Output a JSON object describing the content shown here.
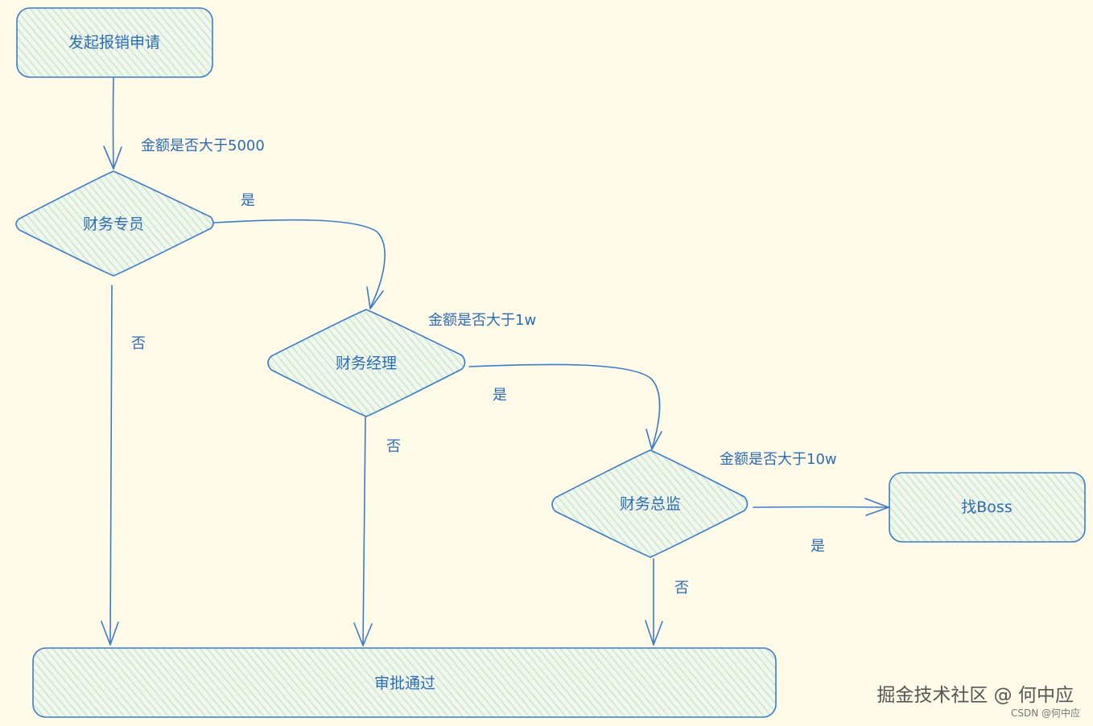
{
  "nodes": {
    "start": "发起报销申请",
    "specialist": "财务专员",
    "manager": "财务经理",
    "director": "财务总监",
    "boss": "找Boss",
    "approved": "审批通过"
  },
  "edges": {
    "cond_5000": "金额是否大于5000",
    "specialist_yes": "是",
    "specialist_no": "否",
    "cond_1w": "金额是否大于1w",
    "manager_yes": "是",
    "manager_no": "否",
    "cond_10w": "金额是否大于10w",
    "director_yes": "是",
    "director_no": "否"
  },
  "watermark": {
    "main": "掘金技术社区 @ 何中应",
    "sub": "CSDN @何中应"
  },
  "colors": {
    "background": "#fffbe8",
    "stroke": "#3a7ccc",
    "text": "#2b6cb8",
    "fill_hatch": "#cfeee5"
  }
}
